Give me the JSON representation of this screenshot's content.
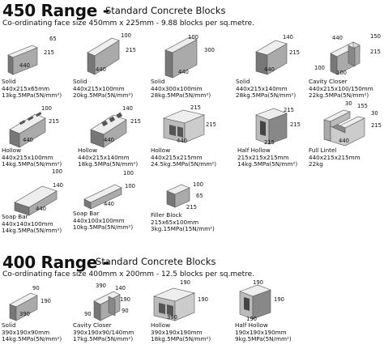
{
  "range450": {
    "title": "450 Range -",
    "subtitle": "Standard Concrete Blocks",
    "coordinating": "Co-ordinating face size 450mm x 225mm - 9.88 blocks per sq.metre."
  },
  "range400": {
    "title": "400 Range -",
    "subtitle": "Standard Concrete Blocks",
    "coordinating": "Co-ordinating face size 400mm x 200mm - 12.5 blocks per sq.metre."
  },
  "blocks450": [
    {
      "name": "Solid",
      "size": "440x215x65mm",
      "weight": "13kg.5MPa(5N/mm²)",
      "dims": [
        "65",
        "215",
        "440"
      ]
    },
    {
      "name": "Solid",
      "size": "440x215x100mm",
      "weight": "20kg.5MPa(5N/mm²)",
      "dims": [
        "100",
        "215",
        "440"
      ]
    },
    {
      "name": "Solid",
      "size": "440x300x100mm",
      "weight": "28kg.5MPa(5N/mm²)",
      "dims": [
        "100",
        "300",
        "440"
      ]
    },
    {
      "name": "Solid",
      "size": "440x215x140mm",
      "weight": "28kg.5MPa(5N/mm²)",
      "dims": [
        "140",
        "215",
        "440"
      ]
    },
    {
      "name": "Cavity Closer",
      "size": "440x215x100/150mm",
      "weight": "22kg.5MPa(5N/mm²)",
      "dims": [
        "440",
        "150",
        "215",
        "100",
        "100"
      ]
    },
    {
      "name": "Hollow",
      "size": "440x215x100mm",
      "weight": "14kg.5MPa(5N/mm²)",
      "dims": [
        "100",
        "215",
        "440"
      ]
    },
    {
      "name": "Hollow",
      "size": "440x215x140mm",
      "weight": "18kg.5MPa(5N/mm²)",
      "dims": [
        "140",
        "215",
        "440"
      ]
    },
    {
      "name": "Hollow",
      "size": "440x215x215mm",
      "weight": "24.5kg.5MPa(5N/mm²)",
      "dims": [
        "215",
        "440"
      ]
    },
    {
      "name": "Half Hollow",
      "size": "215x215x215mm",
      "weight": "14kg.5MPa(5N/mm²)",
      "dims": [
        "215",
        "215",
        "215"
      ]
    },
    {
      "name": "Full Lintel",
      "size": "440x215x215mm",
      "weight": "22kg",
      "dims": [
        "30",
        "155",
        "215",
        "30",
        "440",
        "215"
      ]
    },
    {
      "name": "Soap Bar",
      "size": "440x140x100mm",
      "weight": "14kg.5MPa(5N/mm²)",
      "dims": [
        "100",
        "140",
        "440"
      ]
    },
    {
      "name": "Soap Bar",
      "size": "440x100x100mm",
      "weight": "10kg.5MPa(5N/mm²)",
      "dims": [
        "100",
        "100",
        "440"
      ]
    },
    {
      "name": "Filler Block",
      "size": "215x65x100mm",
      "weight": "3kg.15MPa(15N/mm²)",
      "dims": [
        "100",
        "65",
        "215"
      ]
    }
  ],
  "blocks400": [
    {
      "name": "Solid",
      "size": "390x190x90mm",
      "weight": "14kg.5MPa(5N/mm²)",
      "dims": [
        "90",
        "190",
        "390"
      ]
    },
    {
      "name": "Cavity Closer",
      "size": "390x190x90/140mm",
      "weight": "17kg.5MPa(5N/mm²)",
      "dims": [
        "390",
        "140",
        "190",
        "90",
        "90"
      ]
    },
    {
      "name": "Hollow",
      "size": "390x190x190mm",
      "weight": "18kg.5MPa(5N/mm²)",
      "dims": [
        "190",
        "190",
        "390"
      ]
    },
    {
      "name": "Half Hollow",
      "size": "190x190x190mm",
      "weight": "9kg.5MPa(5N/mm²)",
      "dims": [
        "190",
        "190",
        "190"
      ]
    }
  ]
}
